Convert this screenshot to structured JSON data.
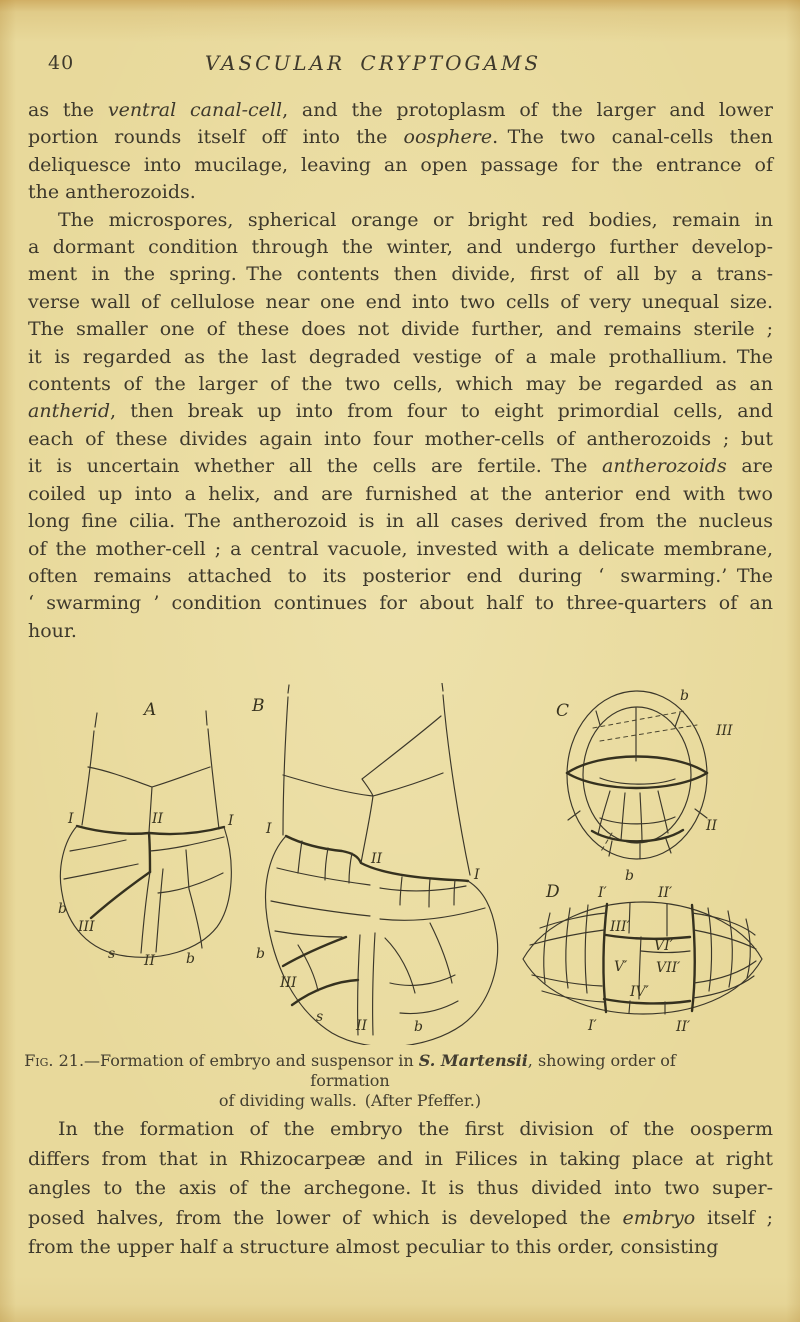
{
  "colors": {
    "paper": "#e8d99b",
    "ink": "#3e392c"
  },
  "page_number": "40",
  "running_header": "VASCULAR CRYPTOGAMS",
  "body": {
    "para1": {
      "lines": [
        {
          "segs": [
            {
              "t": "as the "
            },
            {
              "i": "ventral canal-cell"
            },
            {
              "t": ", and the protoplasm of the larger and lower"
            }
          ]
        },
        {
          "segs": [
            {
              "t": "portion rounds itself off into the "
            },
            {
              "i": "oosphere"
            },
            {
              "t": ". The two canal-cells then"
            }
          ]
        },
        {
          "segs": [
            {
              "t": "deliquesce into mucilage, leaving an open passage for the entrance of"
            }
          ]
        },
        {
          "last": true,
          "segs": [
            {
              "t": "the antherozoids."
            }
          ]
        }
      ]
    },
    "para2": {
      "lines": [
        {
          "indent": true,
          "segs": [
            {
              "t": "The microspores, spherical orange or bright red bodies, remain in"
            }
          ]
        },
        {
          "segs": [
            {
              "t": "a dormant condition through the winter, and undergo further develop-"
            }
          ]
        },
        {
          "segs": [
            {
              "t": "ment in the spring. The contents then divide, first of all by a trans-"
            }
          ]
        },
        {
          "segs": [
            {
              "t": "verse wall of cellulose near one end into two cells of very unequal size."
            }
          ]
        },
        {
          "segs": [
            {
              "t": "The smaller one of these does not divide further, and remains sterile ;"
            }
          ]
        },
        {
          "segs": [
            {
              "t": "it is regarded as the last degraded vestige of a male prothallium. The"
            }
          ]
        },
        {
          "segs": [
            {
              "t": "contents of the larger of the two cells, which may be regarded as an"
            }
          ]
        },
        {
          "segs": [
            {
              "i": "antherid"
            },
            {
              "t": ", then break up into from four to eight primordial cells, and"
            }
          ]
        },
        {
          "segs": [
            {
              "t": "each of these divides again into four mother-cells of antherozoids ; but"
            }
          ]
        },
        {
          "segs": [
            {
              "t": "it is uncertain whether all the cells are fertile. The "
            },
            {
              "i": "antherozoids"
            },
            {
              "t": " are"
            }
          ]
        },
        {
          "segs": [
            {
              "t": "coiled up into a helix, and are furnished at the anterior end with two"
            }
          ]
        },
        {
          "segs": [
            {
              "t": "long fine cilia. The antherozoid is in all cases derived from the nucleus"
            }
          ]
        },
        {
          "segs": [
            {
              "t": "of the mother-cell ; a central vacuole, invested with a delicate membrane,"
            }
          ]
        },
        {
          "segs": [
            {
              "t": "often remains attached to its posterior end during ‘ swarming.’ The"
            }
          ]
        },
        {
          "segs": [
            {
              "t": "‘ swarming ’ condition continues for about half to three-quarters of an"
            }
          ]
        },
        {
          "last": true,
          "segs": [
            {
              "t": "hour."
            }
          ]
        }
      ]
    },
    "para3": {
      "lines": [
        {
          "indent": true,
          "segs": [
            {
              "t": "In the formation of the embryo the first division of the oosperm"
            }
          ]
        },
        {
          "segs": [
            {
              "t": "differs from that in Rhizocarpeæ and in Filices in taking place at right"
            }
          ]
        },
        {
          "segs": [
            {
              "t": "angles to the axis of the archegone. It is thus divided into two super-"
            }
          ]
        },
        {
          "segs": [
            {
              "t": "posed halves, from the lower of which is developed the "
            },
            {
              "i": "embryo"
            },
            {
              "t": " itself ;"
            }
          ]
        },
        {
          "last": true,
          "segs": [
            {
              "t": "from the upper half a structure almost peculiar to this order, consisting"
            }
          ]
        }
      ]
    }
  },
  "figure": {
    "caption": {
      "lines": [
        {
          "segs": [
            {
              "sc": "Fig. 21."
            },
            {
              "t": "—Formation of embryo and suspensor in "
            },
            {
              "bi": "S. Martensii"
            },
            {
              "t": ", showing order of formation"
            }
          ]
        },
        {
          "segs": [
            {
              "t": "of dividing walls. (After Pfeffer.)"
            }
          ]
        }
      ]
    },
    "labels": {
      "panel_a": "A",
      "panel_b": "B",
      "panel_c": "C",
      "panel_d": "D",
      "a_wall1_left": "I",
      "a_wall2_top": "II",
      "a_wall1_right": "I",
      "a_b_left": "b",
      "a_wall3": "III",
      "a_s": "s",
      "a_wall2_bottom": "II",
      "a_b_bottom": "b",
      "b_wall1_left": "I",
      "b_wall2_top": "II",
      "b_wall1_right": "I",
      "b_b_left": "b",
      "b_wall3": "III",
      "b_s": "s",
      "b_wall2_bottom": "II",
      "b_b_bottom": "b",
      "c_b_top": "b",
      "c_wall3": "III",
      "c_wall2": "II",
      "c_b_bottom": "b",
      "d_wall1_top": "I′",
      "d_wall2_top": "II′",
      "d_wall3": "III′",
      "d_wall5": "V′",
      "d_wall6": "VI′",
      "d_wall7": "VII′",
      "d_wall4": "IV′",
      "d_wall1_bottom": "I′",
      "d_wall2_bottom": "II′"
    }
  }
}
